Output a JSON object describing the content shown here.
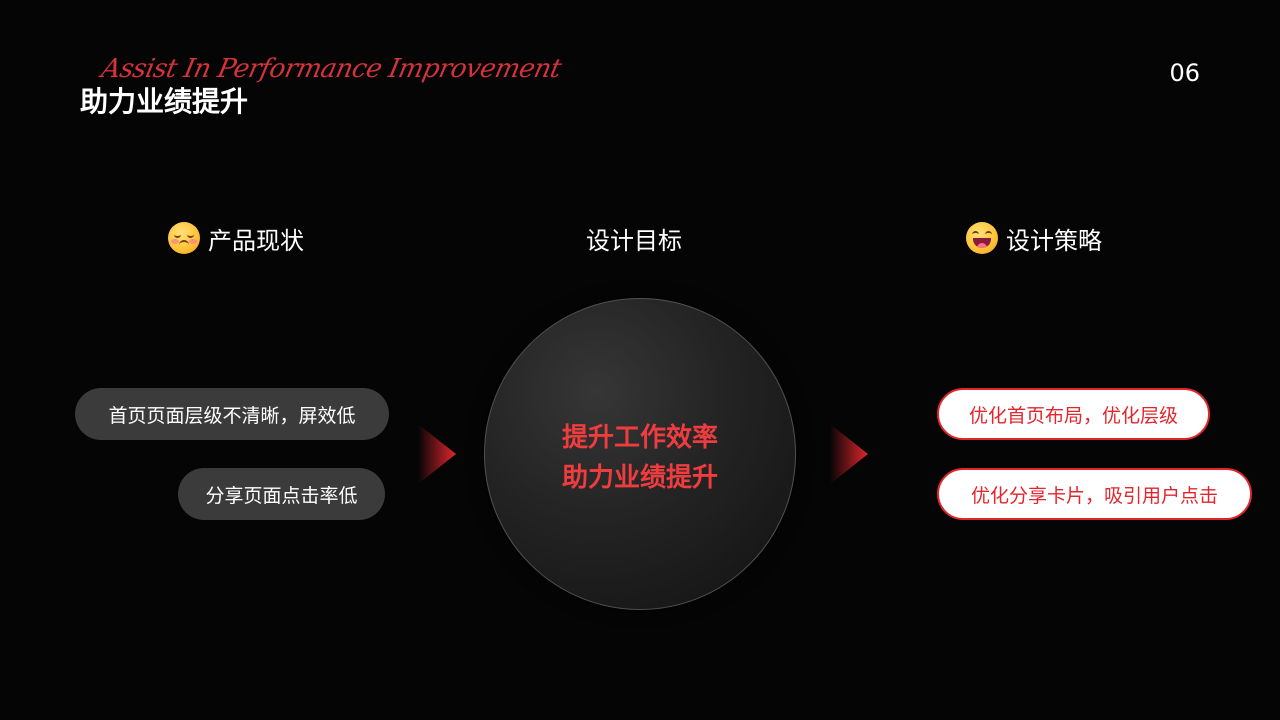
{
  "header": {
    "script_title": "Assist In Performance Improvement",
    "title": "助力业绩提升",
    "page_number": "06"
  },
  "columns": {
    "current": {
      "title": "产品现状",
      "icon": "pensive-face-icon",
      "items": [
        "首页页面层级不清晰，屏效低",
        "分享页面点击率低"
      ]
    },
    "goal": {
      "title": "设计目标",
      "lines": [
        "提升工作效率",
        "助力业绩提升"
      ]
    },
    "strategy": {
      "title": "设计策略",
      "icon": "grinning-face-icon",
      "items": [
        "优化首页布局，优化层级",
        "优化分享卡片，吸引用户点击"
      ]
    }
  },
  "colors": {
    "background": "#050505",
    "accent_red": "#e2262d",
    "dark_pill": "#3b3b3c",
    "white": "#ffffff"
  }
}
